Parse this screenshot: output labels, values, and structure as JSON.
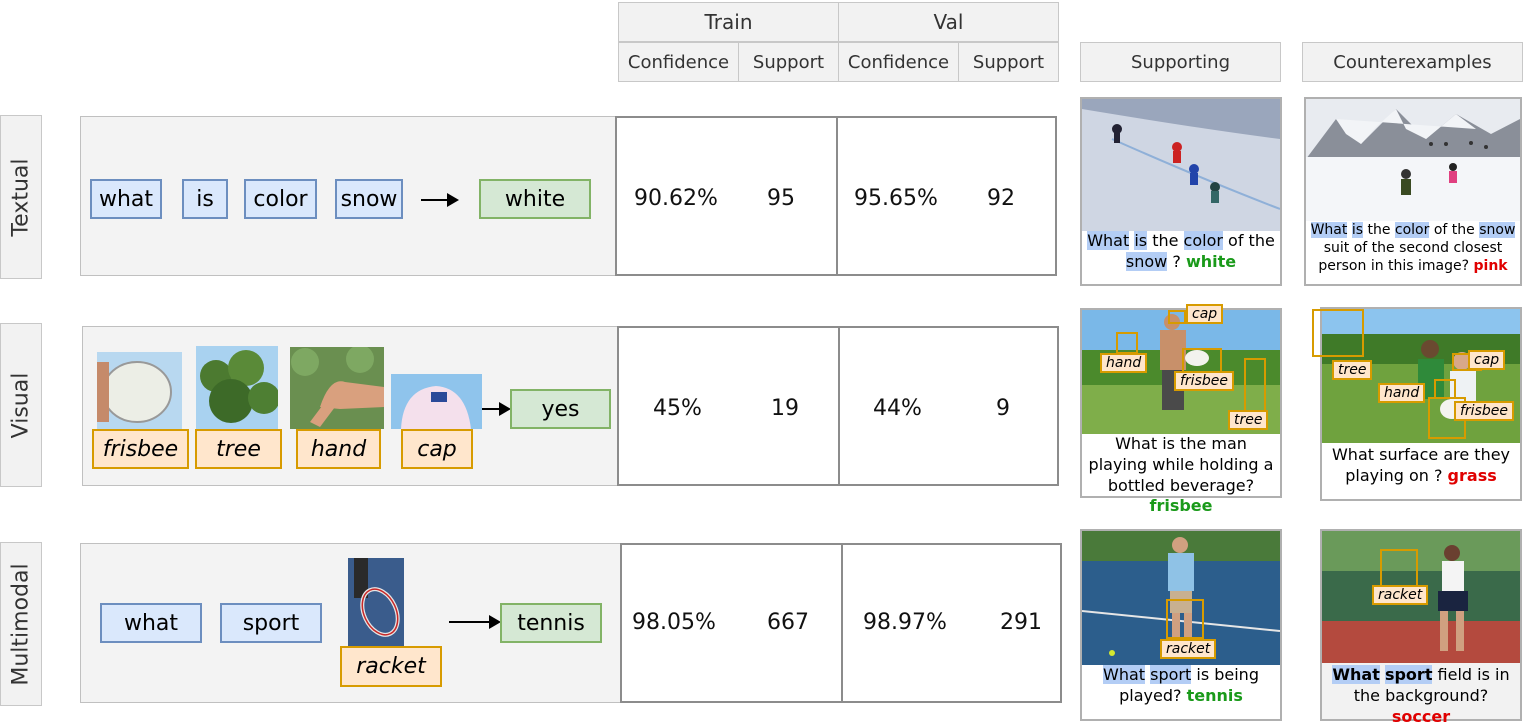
{
  "header": {
    "train": "Train",
    "val": "Val",
    "confidence": "Confidence",
    "support": "Support",
    "supporting": "Supporting",
    "counterexamples": "Counterexamples"
  },
  "rows": {
    "textual": {
      "label": "Textual",
      "tokens": [
        "what",
        "is",
        "color",
        "snow"
      ],
      "answer": "white",
      "train_conf": "90.62%",
      "train_sup": "95",
      "val_conf": "95.65%",
      "val_sup": "92",
      "supporting": {
        "q": [
          "What",
          " ",
          "is",
          " the ",
          "color",
          " of the ",
          "snow",
          " ? "
        ],
        "a": "white"
      },
      "counter": {
        "q": [
          "What",
          " ",
          "is",
          " the ",
          "color",
          " of the ",
          "snow",
          " suit of the second closest person in this image? "
        ],
        "a": "pink"
      }
    },
    "visual": {
      "label": "Visual",
      "objects": [
        "frisbee",
        "tree",
        "hand",
        "cap"
      ],
      "answer": "yes",
      "train_conf": "45%",
      "train_sup": "19",
      "val_conf": "44%",
      "val_sup": "9",
      "supporting": {
        "q": "What is the man playing while holding a bottled beverage? ",
        "a": "frisbee",
        "boxes": [
          "cap",
          "hand",
          "frisbee",
          "tree"
        ]
      },
      "counter": {
        "q": "What surface are they playing on ? ",
        "a": "grass",
        "boxes": [
          "tree",
          "cap",
          "hand",
          "frisbee"
        ]
      }
    },
    "multimodal": {
      "label": "Multimodal",
      "tokens": [
        "what",
        "sport"
      ],
      "object": "racket",
      "answer": "tennis",
      "train_conf": "98.05%",
      "train_sup": "667",
      "val_conf": "98.97%",
      "val_sup": "291",
      "supporting": {
        "q1": "What",
        "q2": "sport",
        "q3": " is being played? ",
        "a": "tennis",
        "box": "racket"
      },
      "counter": {
        "q1": "What",
        "q2": "sport",
        "q3": " field is in the background? ",
        "a": "soccer",
        "box": "racket"
      }
    }
  },
  "colors": {
    "token_fill": "#dae8fc",
    "token_border": "#6c8ebf",
    "answer_fill": "#d5e8d4",
    "answer_border": "#82b366",
    "object_fill": "#ffe6cc",
    "object_border": "#d79b00",
    "correct": "#1a9a1a",
    "wrong": "#e00000"
  }
}
